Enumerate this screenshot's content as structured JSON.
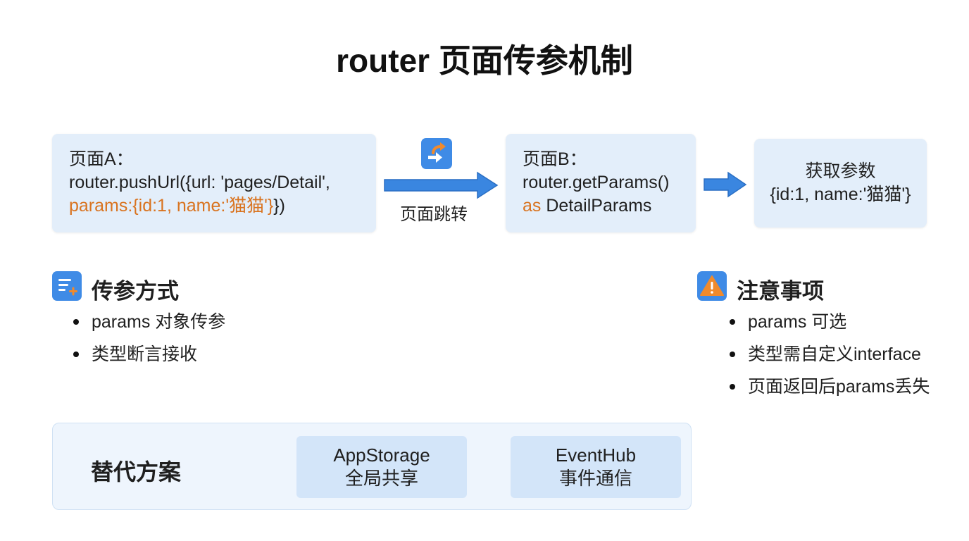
{
  "title": "router 页面传参机制",
  "page_a": {
    "line1": "页面A：",
    "line2": "router.pushUrl({url: 'pages/Detail',",
    "line3_params": "params:{id:1, name:'猫猫'}",
    "line3_suffix": "})"
  },
  "jump": {
    "icon": "redirect-arrow-icon",
    "label": "页面跳转"
  },
  "page_b": {
    "line1": "页面B：",
    "line2": "router.getParams()",
    "line3_as": "as",
    "line3_type": " DetailParams"
  },
  "result": {
    "line1": "获取参数",
    "line2": "{id:1, name:'猫猫'}"
  },
  "methods": {
    "icon": "list-add-icon",
    "title": "传参方式",
    "items": [
      "params 对象传参",
      "类型断言接收"
    ]
  },
  "notes": {
    "icon": "warning-icon",
    "title": "注意事项",
    "items": [
      "params 可选",
      "类型需自定义interface",
      "页面返回后params丢失"
    ]
  },
  "alternatives": {
    "label": "替代方案",
    "cards": [
      {
        "name": "AppStorage",
        "desc": "全局共享"
      },
      {
        "name": "EventHub",
        "desc": "事件通信"
      }
    ]
  },
  "colors": {
    "accent_blue": "#3f8be6",
    "accent_orange": "#d9731f",
    "box_fill": "#e3eefa"
  }
}
